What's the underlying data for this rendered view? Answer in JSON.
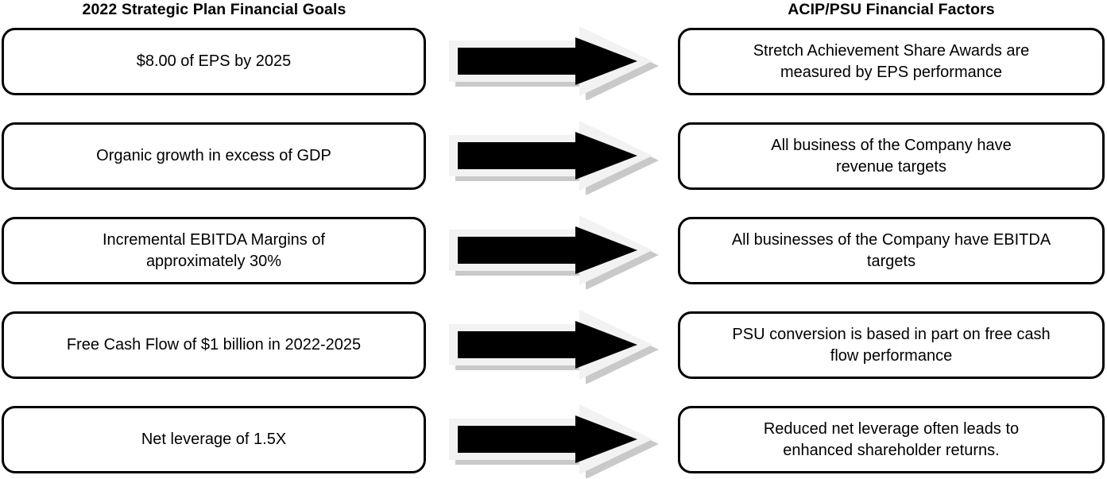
{
  "headers": {
    "left": "2022 Strategic Plan Financial Goals",
    "right": "ACIP/PSU Financial Factors"
  },
  "colors": {
    "box_border": "#000000",
    "box_fill": "#ffffff",
    "arrow_fill": "#000000",
    "arrow_outline": "#f2f2f2",
    "arrow_shadow": "#c9c9c9",
    "text": "#000000",
    "background": "#ffffff"
  },
  "rows": [
    {
      "goal": "$8.00 of EPS by 2025",
      "arrow": "right-arrow-icon",
      "factor": "Stretch Achievement Share Awards are\nmeasured by EPS performance"
    },
    {
      "goal": "Organic growth in excess of GDP",
      "arrow": "right-arrow-icon",
      "factor": "All business of the Company have\nrevenue targets"
    },
    {
      "goal": "Incremental EBITDA Margins of\napproximately 30%",
      "arrow": "right-arrow-icon",
      "factor": "All businesses of the Company have EBITDA\ntargets"
    },
    {
      "goal": "Free Cash Flow of $1 billion in 2022-2025",
      "arrow": "right-arrow-icon",
      "factor": "PSU conversion is based in part on free cash\nflow performance"
    },
    {
      "goal": "Net leverage of 1.5X",
      "arrow": "right-arrow-icon",
      "factor": "Reduced net leverage often leads to\nenhanced shareholder returns."
    }
  ]
}
